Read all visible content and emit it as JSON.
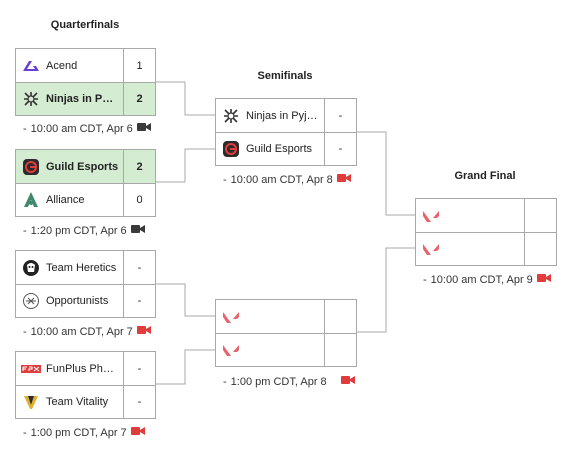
{
  "rounds": {
    "quarterfinals": "Quarterfinals",
    "semifinals": "Semifinals",
    "grand_final": "Grand Final"
  },
  "matches": {
    "qf1": {
      "team1": {
        "name": "Acend",
        "score": "1"
      },
      "team2": {
        "name": "Ninjas in Pyj…",
        "score": "2"
      },
      "time": "10:00 am CDT, Apr 6"
    },
    "qf2": {
      "team1": {
        "name": "Guild Esports",
        "score": "2"
      },
      "team2": {
        "name": "Alliance",
        "score": "0"
      },
      "time": "1:20 pm CDT, Apr 6"
    },
    "qf3": {
      "team1": {
        "name": "Team Heretics",
        "score": "-"
      },
      "team2": {
        "name": "Opportunists",
        "score": "-"
      },
      "time": "10:00 am CDT, Apr 7"
    },
    "qf4": {
      "team1": {
        "name": "FunPlus Phoe…",
        "score": "-"
      },
      "team2": {
        "name": "Team Vitality",
        "score": "-"
      },
      "time": "1:00 pm CDT, Apr 7"
    },
    "sf1": {
      "team1": {
        "name": "Ninjas in Pyja…",
        "score": "-"
      },
      "team2": {
        "name": "Guild Esports",
        "score": "-"
      },
      "time": "10:00 am CDT, Apr 8"
    },
    "sf2": {
      "team1": {
        "name": "",
        "score": ""
      },
      "team2": {
        "name": "",
        "score": ""
      },
      "time": "1:00 pm CDT, Apr 8"
    },
    "gf": {
      "team1": {
        "name": "",
        "score": ""
      },
      "team2": {
        "name": "",
        "score": ""
      },
      "time": "10:00 am CDT, Apr 9"
    }
  },
  "colors": {
    "winner_bg": "#d4ecd2",
    "border": "#a8a8a8",
    "camera": "#e03c3c",
    "valorant": "#e8626a"
  },
  "icons": [
    "acend-logo-icon",
    "nip-logo-icon",
    "guild-logo-icon",
    "alliance-logo-icon",
    "heretics-logo-icon",
    "opportunists-logo-icon",
    "fpx-logo-icon",
    "vitality-logo-icon",
    "valorant-placeholder-icon",
    "video-camera-icon"
  ]
}
